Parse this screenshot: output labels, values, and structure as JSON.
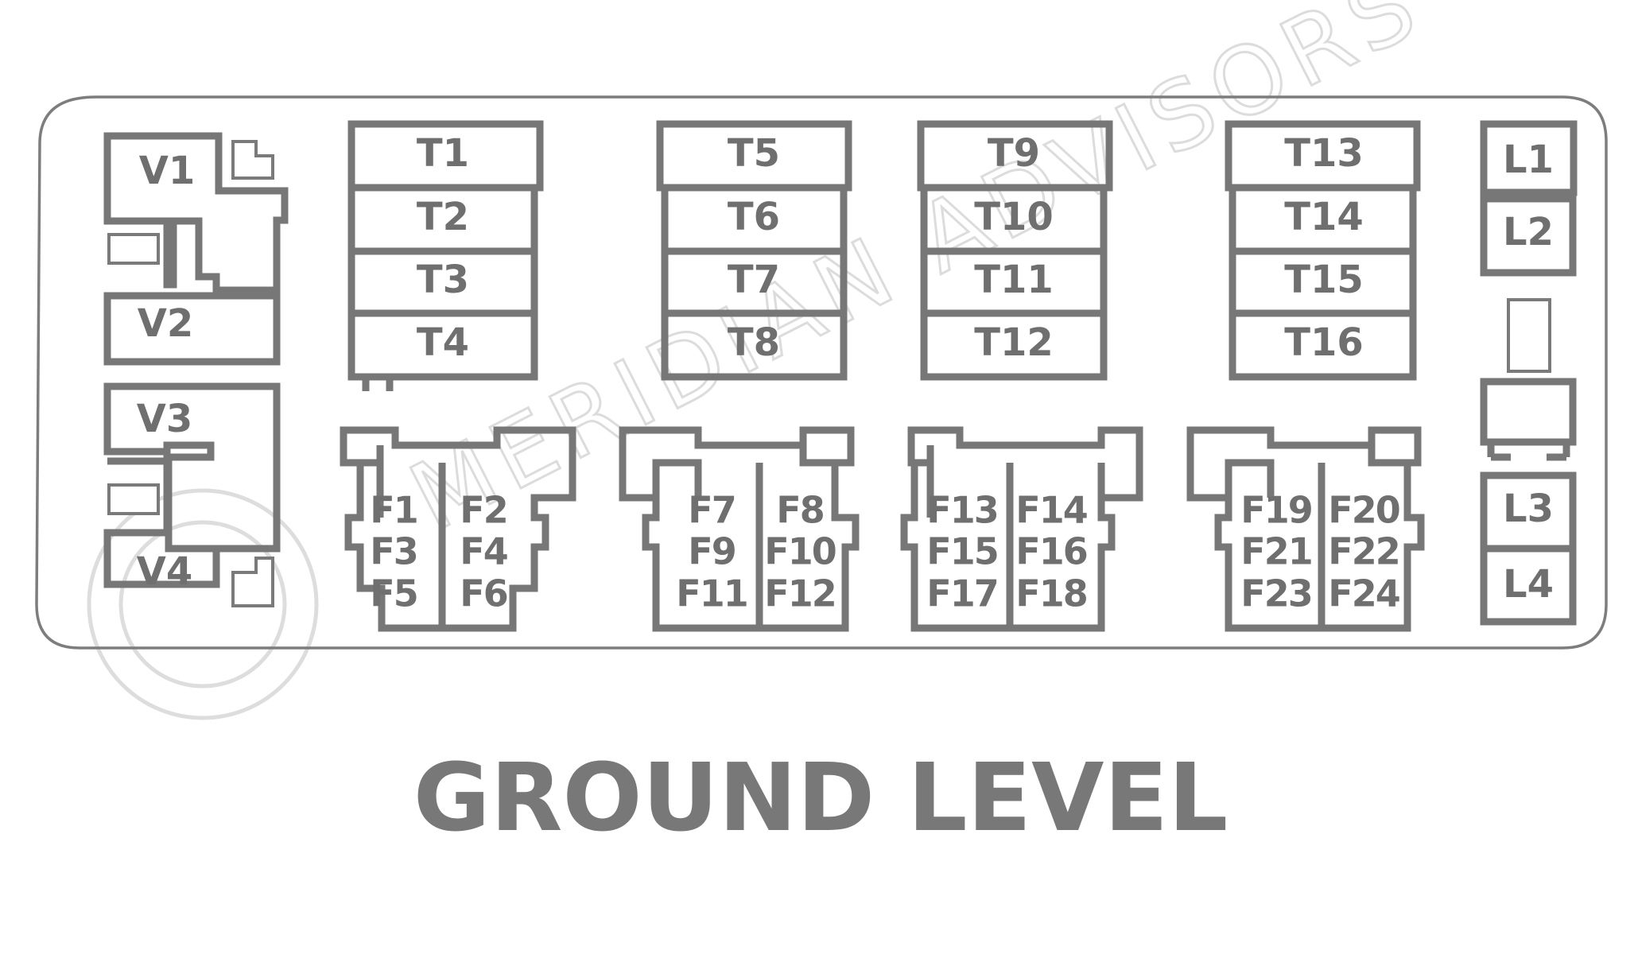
{
  "title": "GROUND LEVEL",
  "watermark": "MERIDIAN ADVISORS",
  "colors": {
    "stroke": "#777777",
    "text": "#6f6f6f",
    "watermark": "#dcdcdc",
    "background": "#ffffff"
  },
  "units": {
    "V1": "V1",
    "V2": "V2",
    "V3": "V3",
    "V4": "V4",
    "T1": "T1",
    "T2": "T2",
    "T3": "T3",
    "T4": "T4",
    "T5": "T5",
    "T6": "T6",
    "T7": "T7",
    "T8": "T8",
    "T9": "T9",
    "T10": "T10",
    "T11": "T11",
    "T12": "T12",
    "T13": "T13",
    "T14": "T14",
    "T15": "T15",
    "T16": "T16",
    "L1": "L1",
    "L2": "L2",
    "L3": "L3",
    "L4": "L4",
    "F1": "F1",
    "F2": "F2",
    "F3": "F3",
    "F4": "F4",
    "F5": "F5",
    "F6": "F6",
    "F7": "F7",
    "F8": "F8",
    "F9": "F9",
    "F10": "F10",
    "F11": "F11",
    "F12": "F12",
    "F13": "F13",
    "F14": "F14",
    "F15": "F15",
    "F16": "F16",
    "F17": "F17",
    "F18": "F18",
    "F19": "F19",
    "F20": "F20",
    "F21": "F21",
    "F22": "F22",
    "F23": "F23",
    "F24": "F24"
  }
}
